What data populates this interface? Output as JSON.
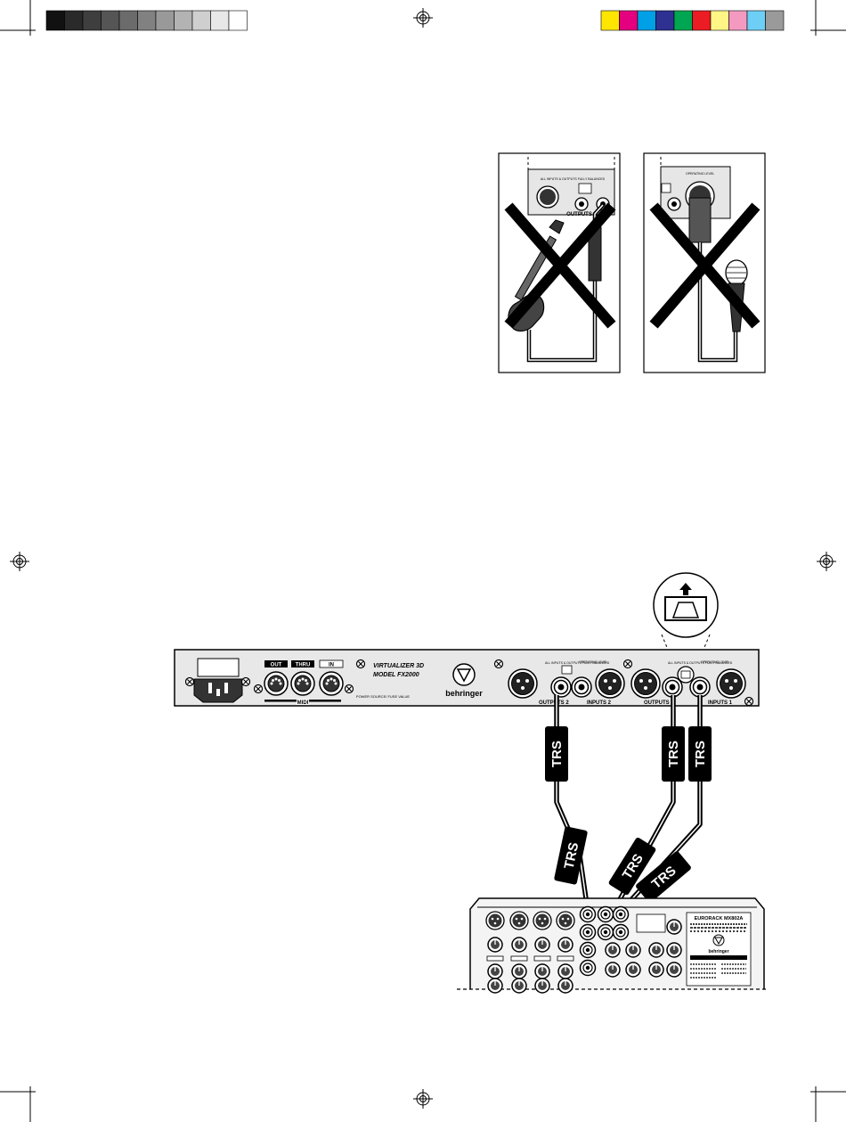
{
  "color_bar": {
    "grays": [
      "#111111",
      "#2a2a2a",
      "#3e3e3e",
      "#555555",
      "#6b6b6b",
      "#818181",
      "#999999",
      "#b3b3b3",
      "#cfcfcf",
      "#e8e8e8",
      "#ffffff"
    ],
    "colors": [
      "#ffe600",
      "#e4007e",
      "#00a0e6",
      "#2e3192",
      "#00a651",
      "#ec1c24",
      "#fff685",
      "#f49ac1",
      "#6dcff6",
      "#9a9a9a"
    ]
  },
  "warning_panels": {
    "outputs_label": "OUTPUTS 2",
    "panel_caption": "ALL INPUTS & OUTPUTS FULLY BALANCED",
    "level_caption": "OPERATING LEVEL"
  },
  "device": {
    "title_line1": "VIRTUALIZER 3D",
    "title_line2": "MODEL FX2000",
    "brand": "behringer",
    "midi_ports": [
      "OUT",
      "THRU",
      "IN"
    ],
    "midi_label": "MIDI",
    "power_label": "POWER SOURCE/ FUSE VALUE",
    "group_caption": "ALL INPUTS & OUTPUTS FULLY BALANCED",
    "outputs2": "OUTPUTS 2",
    "inputs2": "INPUTS 2",
    "outputs1": "OUTPUTS 1",
    "inputs1": "INPUTS 1",
    "operating_level": "OPERATING LEVEL"
  },
  "cables": {
    "label": "TRS"
  },
  "mixer": {
    "brand": "behringer",
    "model": "EURORACK MX802A"
  }
}
